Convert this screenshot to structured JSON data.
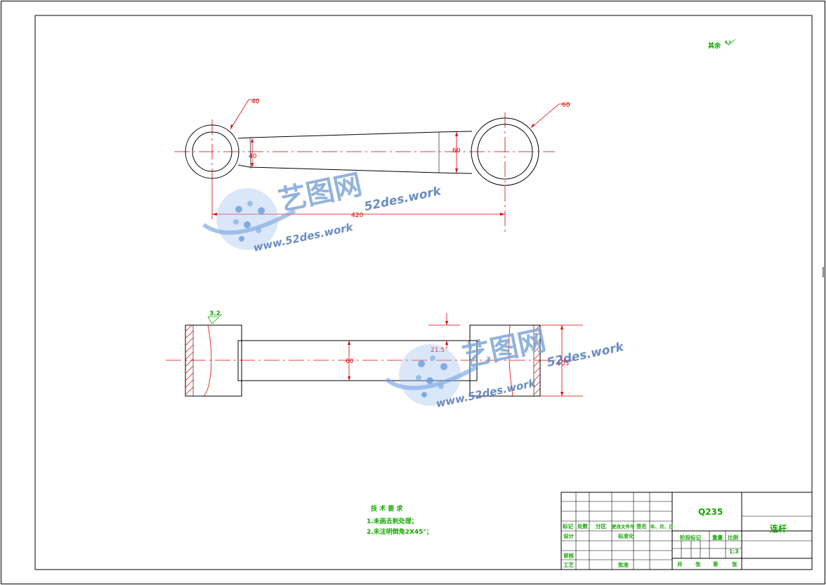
{
  "top_view": {
    "leader_left_dia": "40",
    "leader_right_dia": "60",
    "dim_left_height": "40",
    "dim_right_height": "60",
    "dim_center_distance": "420"
  },
  "side_view": {
    "roughness_value": "3.2",
    "dim_depth": "21.5",
    "dim_tube": "60",
    "dim_height": "103"
  },
  "roughness_note": "其余",
  "tech_requirements": {
    "title": "技 术 要 求",
    "items": [
      "1.未画去刺处理；",
      "2.未注明倒角2X45°；"
    ]
  },
  "title_block": {
    "material": "Q235",
    "part_name": "连杆",
    "scale": "1:3",
    "header_labels": [
      "标记",
      "处数",
      "分区",
      "更改文件号",
      "签名",
      "年、月、日"
    ],
    "row_design": "设计",
    "row_standard": "标准化",
    "row_stage": "阶段标记",
    "row_weight": "重量",
    "row_ratio": "比例",
    "row_review": "审核",
    "row_process": "工艺",
    "row_approve": "批准",
    "sheet_labels": [
      "共",
      "张",
      "第",
      "张"
    ]
  },
  "watermark": {
    "brand": "艺图网",
    "domain": "52des.work",
    "url": "www.52des.work"
  }
}
